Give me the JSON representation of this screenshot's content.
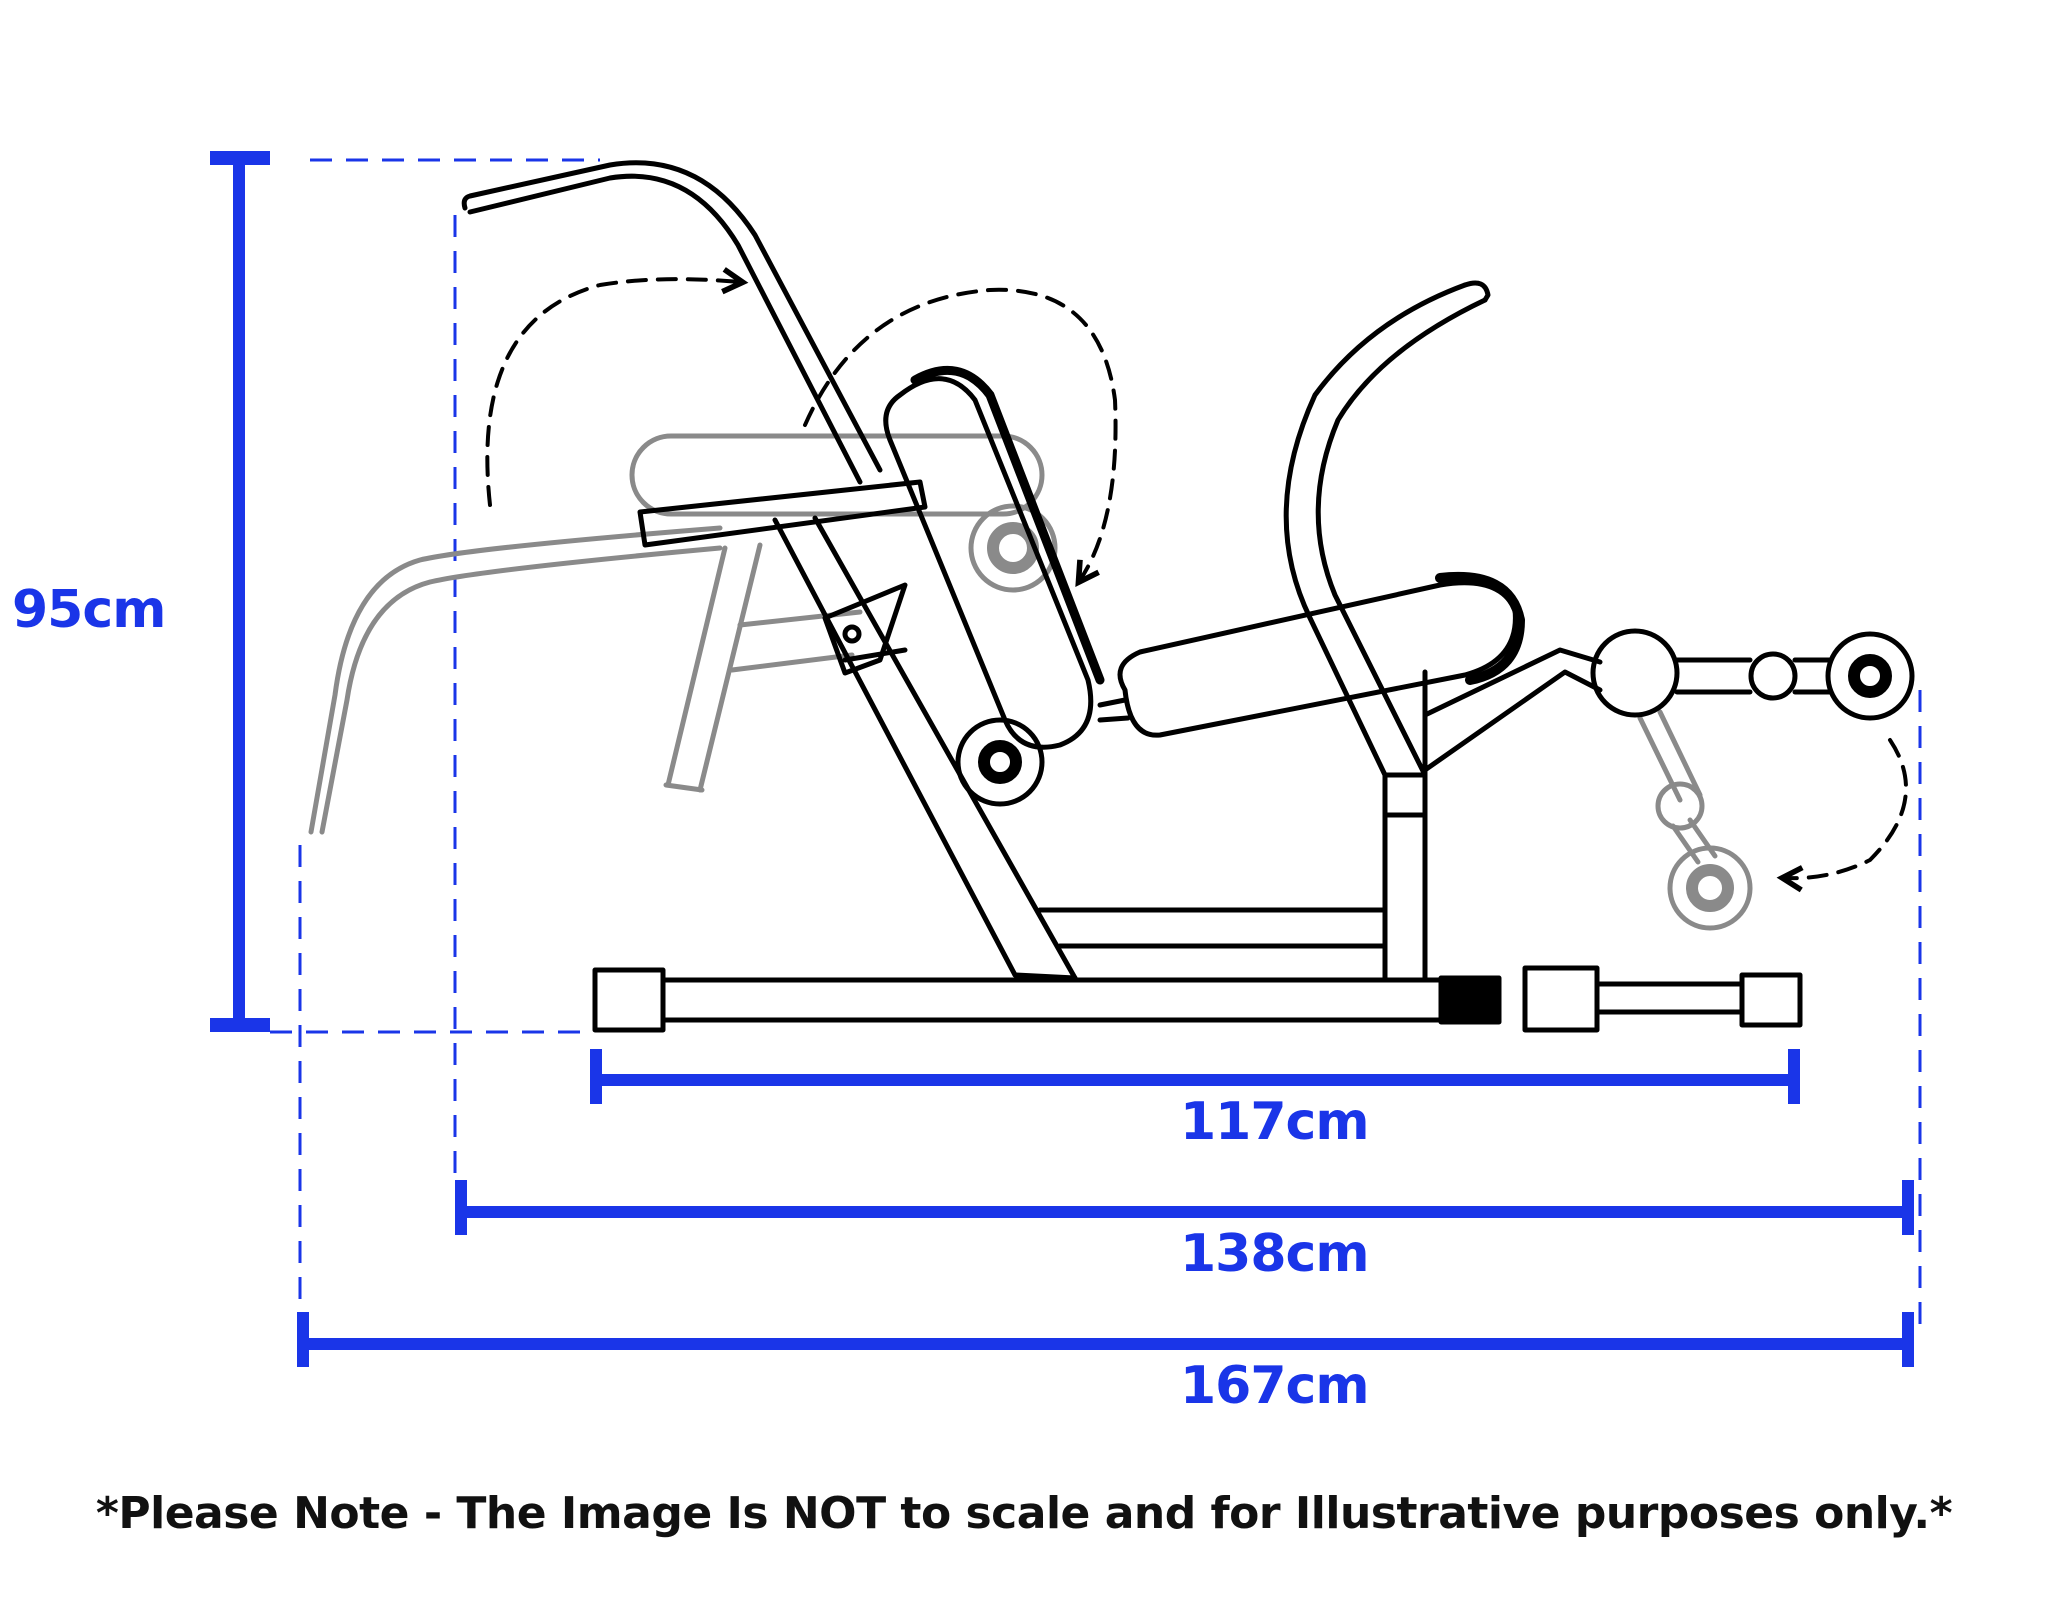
{
  "dimensions": {
    "height": "95cm",
    "base_length": "117cm",
    "mid_length": "138cm",
    "full_length": "167cm"
  },
  "note": "*Please Note - The Image Is NOT to scale and for Illustrative purposes only.*",
  "colors": {
    "dimension": "#1a35e8",
    "outline": "#000000",
    "ghost": "#8a8a8a",
    "text": "#111111"
  }
}
